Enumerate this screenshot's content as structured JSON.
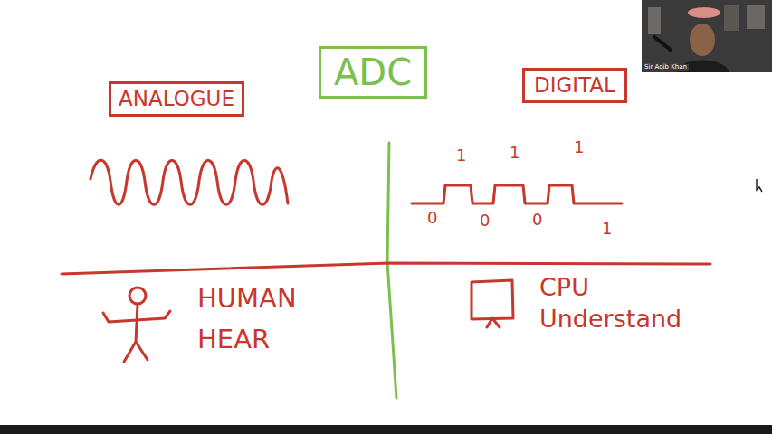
{
  "diagram": {
    "nodes": [
      {
        "text": [
          "ADC"
        ]
      },
      {
        "text": [
          "ANALOGUE"
        ]
      },
      {
        "text": [
          "DIGITAL"
        ]
      }
    ],
    "labels": [
      "Sir Aqib Khan",
      "1",
      "1",
      "1",
      "0",
      "0",
      "0",
      "1",
      "HUMAN HEAR",
      "CPU Understand"
    ]
  }
}
